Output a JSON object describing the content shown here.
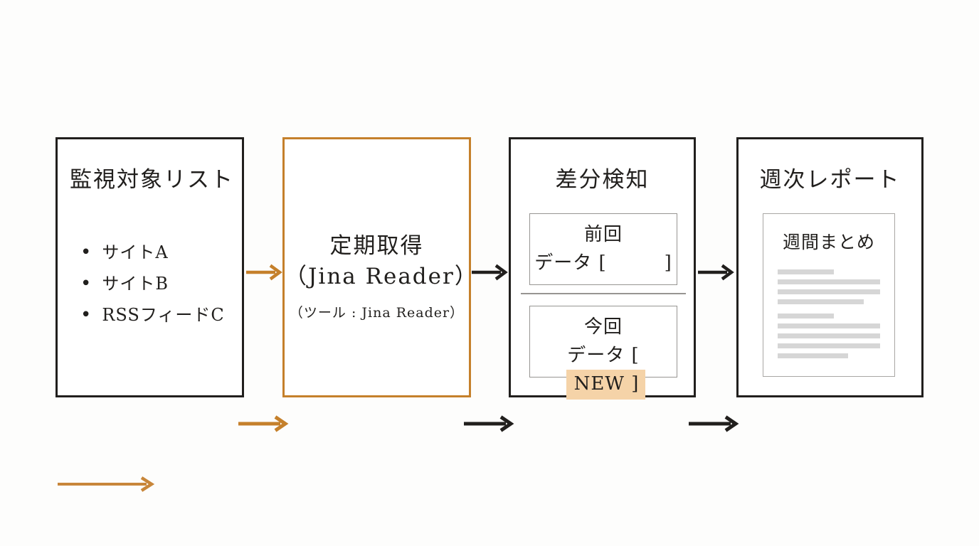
{
  "colors": {
    "ink": "#211f1d",
    "accent": "#c5802b",
    "accent_light": "#c8863a",
    "highlight": "#f5d3a8",
    "panel_border": "#979592",
    "doc_border": "#a9a7a4",
    "doc_line": "#d6d6d6",
    "bg": "#fdfdfc"
  },
  "watch_list": {
    "title": "監視対象リスト",
    "items": [
      "サイトA",
      "サイトB",
      "RSSフィードC"
    ]
  },
  "fetch": {
    "title_line1": "定期取得",
    "title_line2": "（Jina Reader）",
    "subtitle": "（ツール : Jina Reader）"
  },
  "diff": {
    "title": "差分検知",
    "previous": {
      "label": "前回",
      "value": "データ [　　　]"
    },
    "current": {
      "label": "今回",
      "prefix": "データ [",
      "badge": "NEW ]"
    }
  },
  "report": {
    "title": "週次レポート",
    "doc_title": "週間まとめ",
    "doc_lines": [
      {
        "width_pct": 55,
        "gap_before": false
      },
      {
        "width_pct": 100,
        "gap_before": false
      },
      {
        "width_pct": 100,
        "gap_before": false
      },
      {
        "width_pct": 84,
        "gap_before": false
      },
      {
        "width_pct": 55,
        "gap_before": true
      },
      {
        "width_pct": 100,
        "gap_before": false
      },
      {
        "width_pct": 100,
        "gap_before": false
      },
      {
        "width_pct": 100,
        "gap_before": false
      },
      {
        "width_pct": 69,
        "gap_before": false
      }
    ]
  },
  "arrows": [
    {
      "name": "watch-to-fetch",
      "color": "accent"
    },
    {
      "name": "fetch-to-diff",
      "color": "ink"
    },
    {
      "name": "diff-to-report",
      "color": "ink"
    },
    {
      "name": "below-fetch",
      "color": "accent"
    },
    {
      "name": "below-diff",
      "color": "ink"
    },
    {
      "name": "below-report",
      "color": "ink"
    },
    {
      "name": "bottom-left",
      "color": "accent_light"
    }
  ]
}
